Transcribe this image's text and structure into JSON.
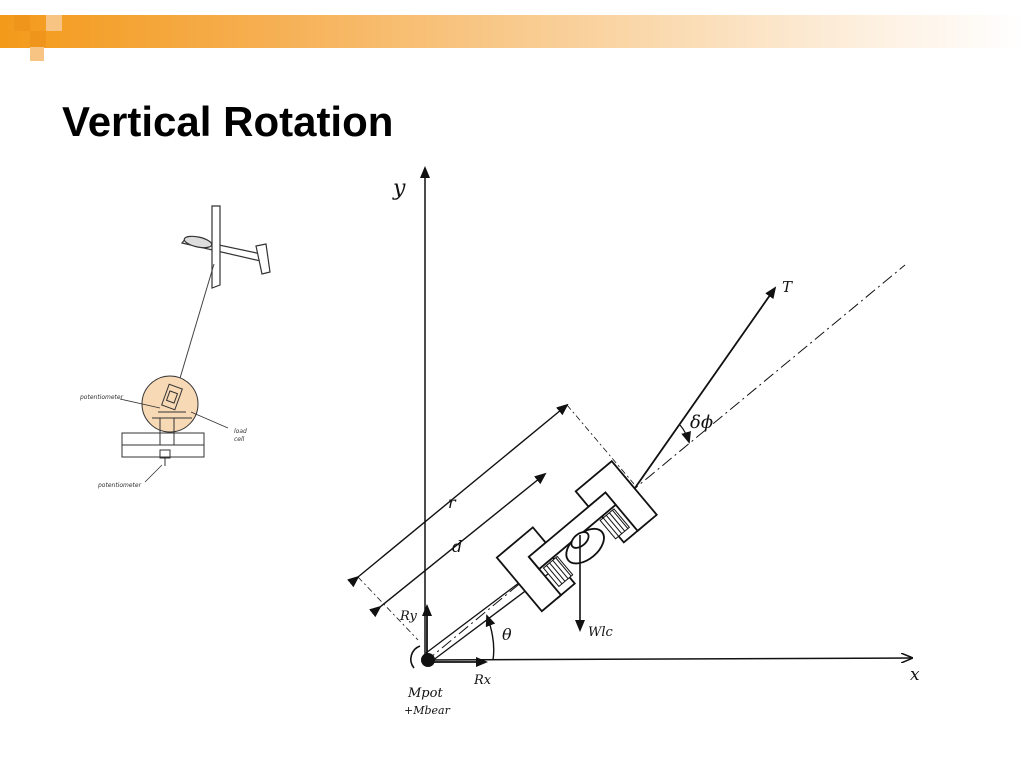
{
  "slide": {
    "title": "Vertical Rotation"
  },
  "inset": {
    "label_potentiometer_top": "potentiometer",
    "label_load_cell_line1": "load",
    "label_load_cell_line2": "cell",
    "label_potentiometer_bottom": "potentiometer"
  },
  "diagram": {
    "y_axis": "y",
    "x_axis": "x",
    "tension": "T",
    "delta_phi": "δϕ",
    "r": "r",
    "d": "d",
    "ry": "Ry",
    "rx": "Rx",
    "theta": "θ",
    "wlc": "Wlc",
    "mpot": "Mpot",
    "mbear": "+Mbear"
  },
  "colors": {
    "accent_orange": "#f39a1a",
    "highlight_circle": "#f8d9b5"
  }
}
